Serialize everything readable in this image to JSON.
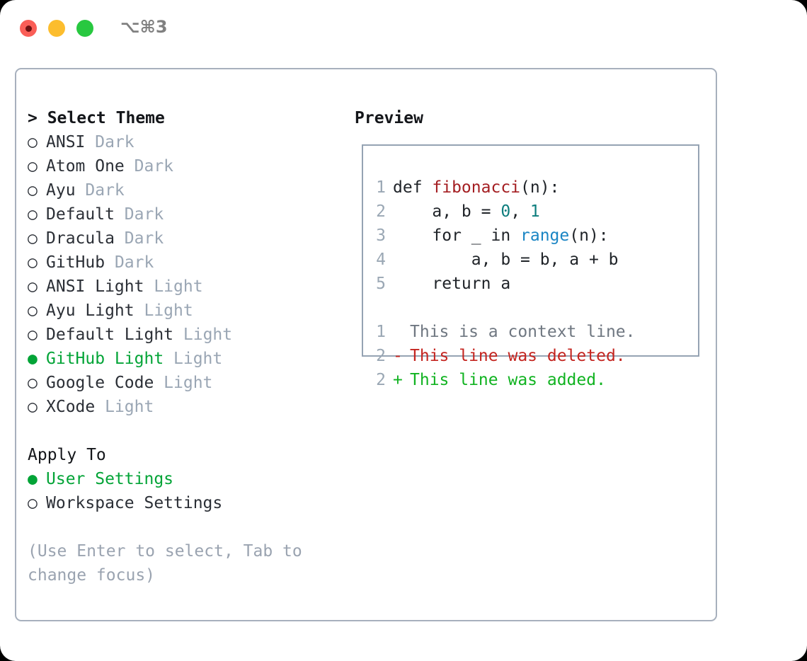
{
  "window": {
    "shortcut": "⌥⌘3",
    "traffic_lights": [
      {
        "name": "close",
        "color": "#fa5e57"
      },
      {
        "name": "minimize",
        "color": "#fcbd2e"
      },
      {
        "name": "maximize",
        "color": "#28c840"
      }
    ]
  },
  "theme_list": {
    "header": "> Select Theme",
    "bullet_unselected": "○",
    "bullet_selected": "●",
    "items": [
      {
        "name": "ANSI",
        "variant": "Dark",
        "selected": false
      },
      {
        "name": "Atom One",
        "variant": "Dark",
        "selected": false
      },
      {
        "name": "Ayu",
        "variant": "Dark",
        "selected": false
      },
      {
        "name": "Default",
        "variant": "Dark",
        "selected": false
      },
      {
        "name": "Dracula",
        "variant": "Dark",
        "selected": false
      },
      {
        "name": "GitHub",
        "variant": "Dark",
        "selected": false
      },
      {
        "name": "ANSI Light",
        "variant": "Light",
        "selected": false
      },
      {
        "name": "Ayu Light",
        "variant": "Light",
        "selected": false
      },
      {
        "name": "Default Light",
        "variant": "Light",
        "selected": false
      },
      {
        "name": "GitHub Light",
        "variant": "Light",
        "selected": true
      },
      {
        "name": "Google Code",
        "variant": "Light",
        "selected": false
      },
      {
        "name": "XCode",
        "variant": "Light",
        "selected": false
      }
    ]
  },
  "apply_to": {
    "header": "Apply To",
    "items": [
      {
        "name": "User Settings",
        "selected": true
      },
      {
        "name": "Workspace Settings",
        "selected": false
      }
    ]
  },
  "hint": "(Use Enter to select, Tab to change focus)",
  "preview": {
    "title": "Preview",
    "code_lines": [
      {
        "no": "1",
        "segments": [
          {
            "t": "def ",
            "c": "plain"
          },
          {
            "t": "fibonacci",
            "c": "fn"
          },
          {
            "t": "(n):",
            "c": "plain"
          }
        ]
      },
      {
        "no": "2",
        "segments": [
          {
            "t": "    a, b = ",
            "c": "plain"
          },
          {
            "t": "0",
            "c": "num"
          },
          {
            "t": ", ",
            "c": "plain"
          },
          {
            "t": "1",
            "c": "num"
          }
        ]
      },
      {
        "no": "3",
        "segments": [
          {
            "t": "    for _ in ",
            "c": "plain"
          },
          {
            "t": "range",
            "c": "call"
          },
          {
            "t": "(n):",
            "c": "plain"
          }
        ]
      },
      {
        "no": "4",
        "segments": [
          {
            "t": "        a, b = b, a + b",
            "c": "plain"
          }
        ]
      },
      {
        "no": "5",
        "segments": [
          {
            "t": "    return a",
            "c": "plain"
          }
        ]
      }
    ],
    "diff_lines": [
      {
        "no": "1",
        "marker": " ",
        "text": "This is a context line.",
        "kind": "ctx"
      },
      {
        "no": "2",
        "marker": "-",
        "text": "This line was deleted.",
        "kind": "del"
      },
      {
        "no": "2",
        "marker": "+",
        "text": "This line was added.",
        "kind": "add"
      }
    ]
  },
  "colors": {
    "selected_green": "#03a437",
    "variant_gray": "#9aa6b4",
    "hint_gray": "#9aa3b0",
    "lineno_gray": "#9aa7b4",
    "token_function": "#a41e22",
    "token_number": "#0d7d7d",
    "token_call": "#1a85c4",
    "diff_context": "#6f7781",
    "diff_deleted": "#c4241f",
    "diff_added": "#11b321",
    "panel_border": "#a7b0bd",
    "preview_border": "#95a3b3"
  }
}
